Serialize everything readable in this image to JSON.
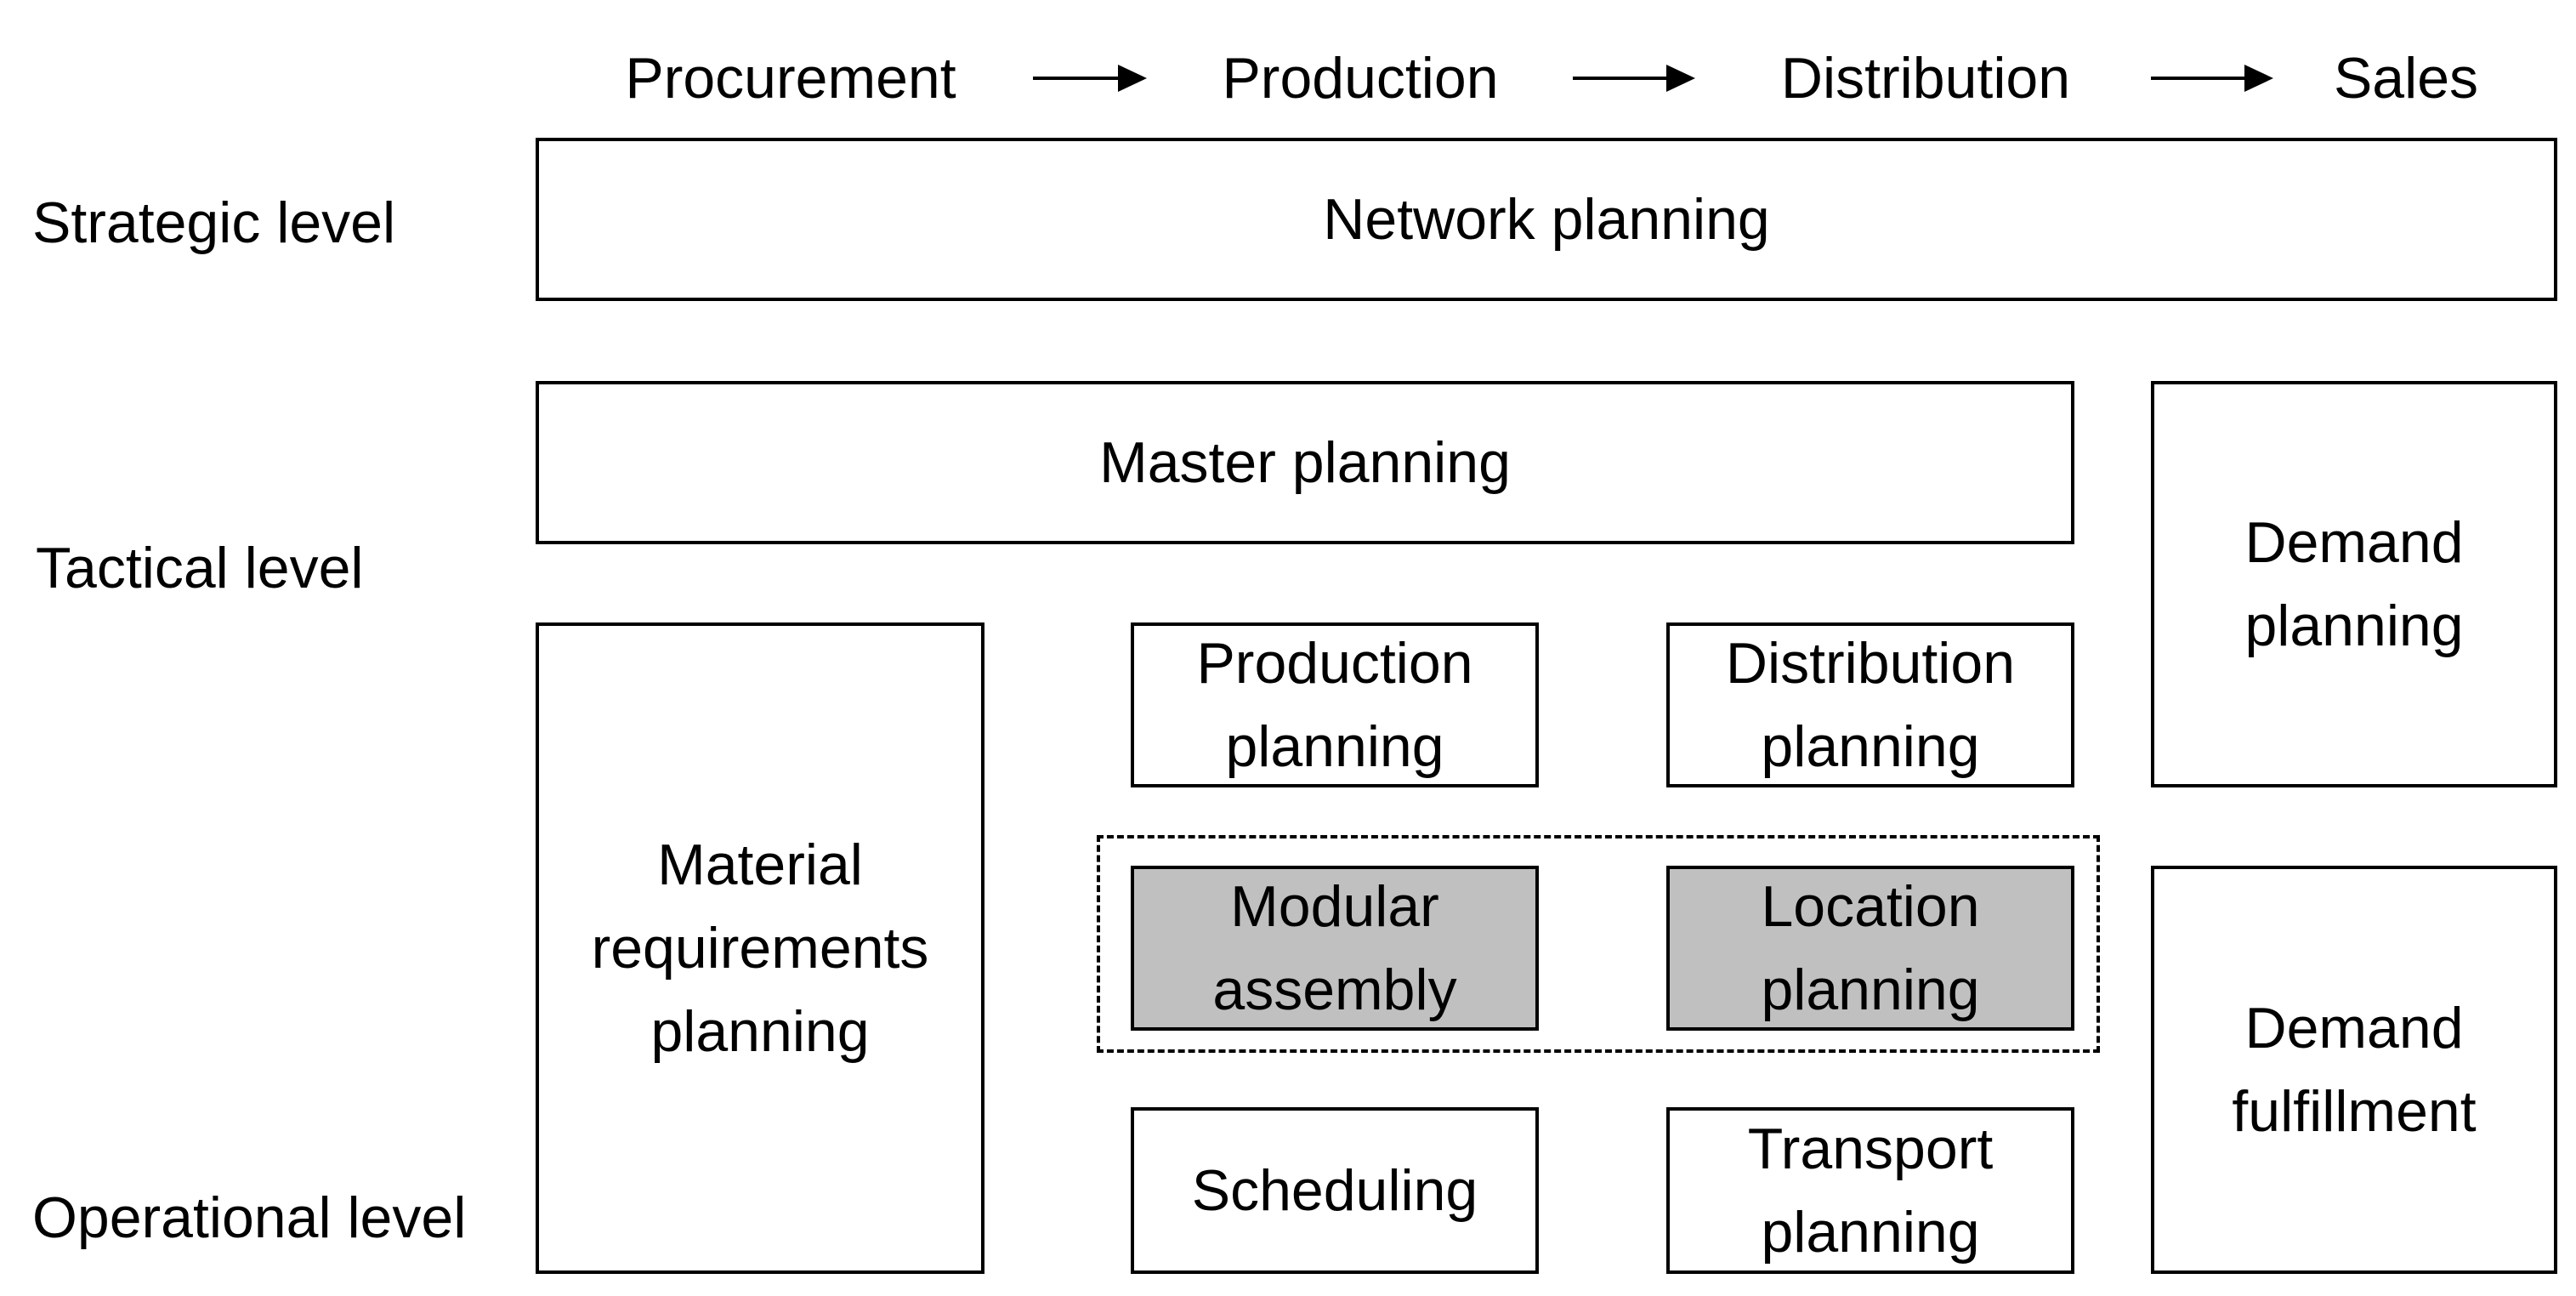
{
  "supply_chain_stages": [
    {
      "label": "Procurement"
    },
    {
      "label": "Production"
    },
    {
      "label": "Distribution"
    },
    {
      "label": "Sales"
    }
  ],
  "planning_levels": {
    "strategic": "Strategic level",
    "tactical": "Tactical level",
    "operational": "Operational level"
  },
  "planning_modules": {
    "network_planning": "Network planning",
    "master_planning": "Master planning",
    "demand_planning": "Demand\nplanning",
    "material_requirements_planning": "Material\nrequirements\nplanning",
    "production_planning": "Production\nplanning",
    "distribution_planning": "Distribution\nplanning",
    "modular_assembly": "Modular\nassembly",
    "location_planning": "Location\nplanning",
    "demand_fulfillment": "Demand\nfulfillment",
    "scheduling": "Scheduling",
    "transport_planning": "Transport\nplanning"
  },
  "colors": {
    "line": "#000000",
    "shaded_fill": "#c0c0c0",
    "background": "#ffffff"
  }
}
